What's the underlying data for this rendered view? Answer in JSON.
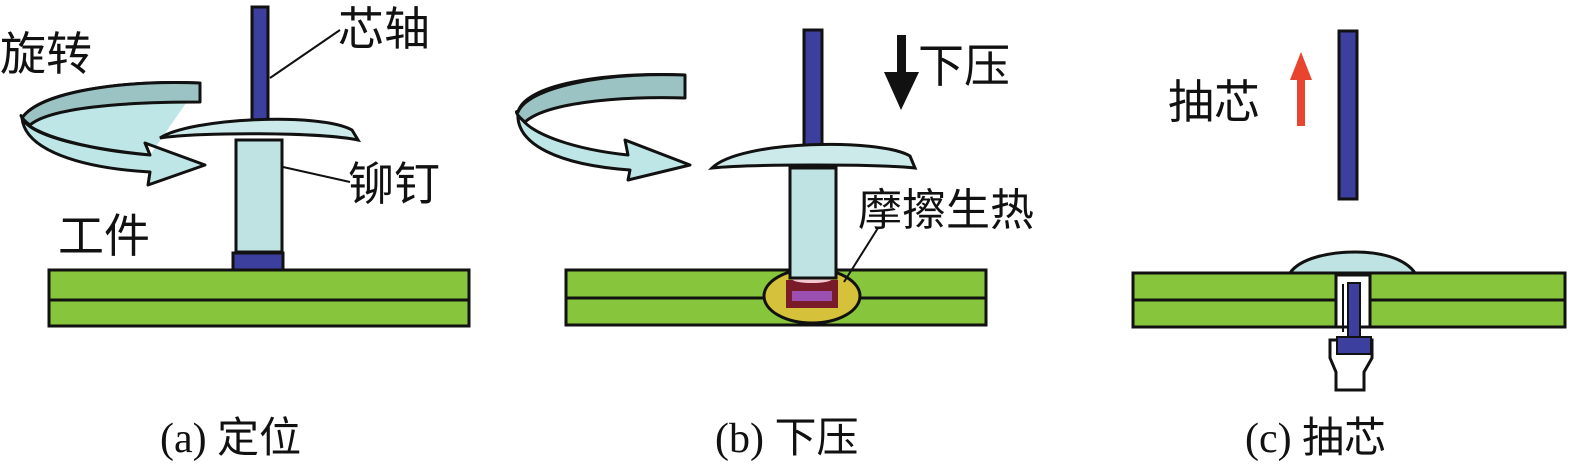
{
  "colors": {
    "mandrel": "#3d3f9e",
    "rivet": "#bfe3e3",
    "rivet_head": "#cdeaea",
    "arrow_top": "#9cc3c3",
    "arrow_bottom": "#bfe6e6",
    "workpiece": "#86c53c",
    "outline": "#111111",
    "heat_outer": "#d5c23a",
    "heat_inner": "#7a1b2a",
    "heat_core": "#9b4fb0",
    "heat_top": "#f3c7cf",
    "pull_arrow": "#e8442e",
    "press_arrow": "#111111"
  },
  "panels": [
    {
      "id": "a",
      "caption": "(a) 定位",
      "labels": {
        "rotation": "旋转",
        "mandrel": "芯轴",
        "rivet": "铆钉",
        "workpiece": "工件"
      }
    },
    {
      "id": "b",
      "caption": "(b) 下压",
      "labels": {
        "press": "下压",
        "friction_heat": "摩擦生热"
      }
    },
    {
      "id": "c",
      "caption": "(c) 抽芯",
      "labels": {
        "pull_mandrel": "抽芯"
      }
    }
  ]
}
